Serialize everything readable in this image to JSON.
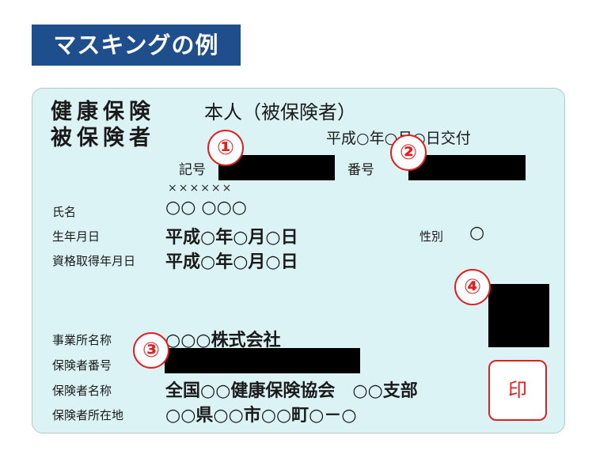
{
  "header": {
    "title": "マスキングの例"
  },
  "card": {
    "title_line1": "健康保険",
    "title_line2": "被保険者",
    "holder_type": "本人（被保険者）",
    "issue_date": "平成○年○月○日交付",
    "symbol_label": "記号",
    "number_label": "番号",
    "name_kana": "××××××",
    "name_label": "氏名",
    "name_value": "○○ ○○○",
    "birth_label": "生年月日",
    "birth_value": "平成○年○月○日",
    "sex_label": "性別",
    "sex_value": "○",
    "qualification_label": "資格取得年月日",
    "qualification_value": "平成○年○月○日",
    "office_label": "事業所名称",
    "office_value": "○○○株式会社",
    "insurer_number_label": "保険者番号",
    "insurer_name_label": "保険者名称",
    "insurer_name_value": "全国○○健康保険協会　○○支部",
    "insurer_address_label": "保険者所在地",
    "insurer_address_value": "○○県○○市○○町○－○",
    "seal_text": "印"
  },
  "markers": [
    "①",
    "②",
    "③",
    "④"
  ],
  "colors": {
    "header_bg": "#1f4e8c",
    "card_bg": "#dcf3f5",
    "marker": "#e02020",
    "mask": "#000000"
  }
}
